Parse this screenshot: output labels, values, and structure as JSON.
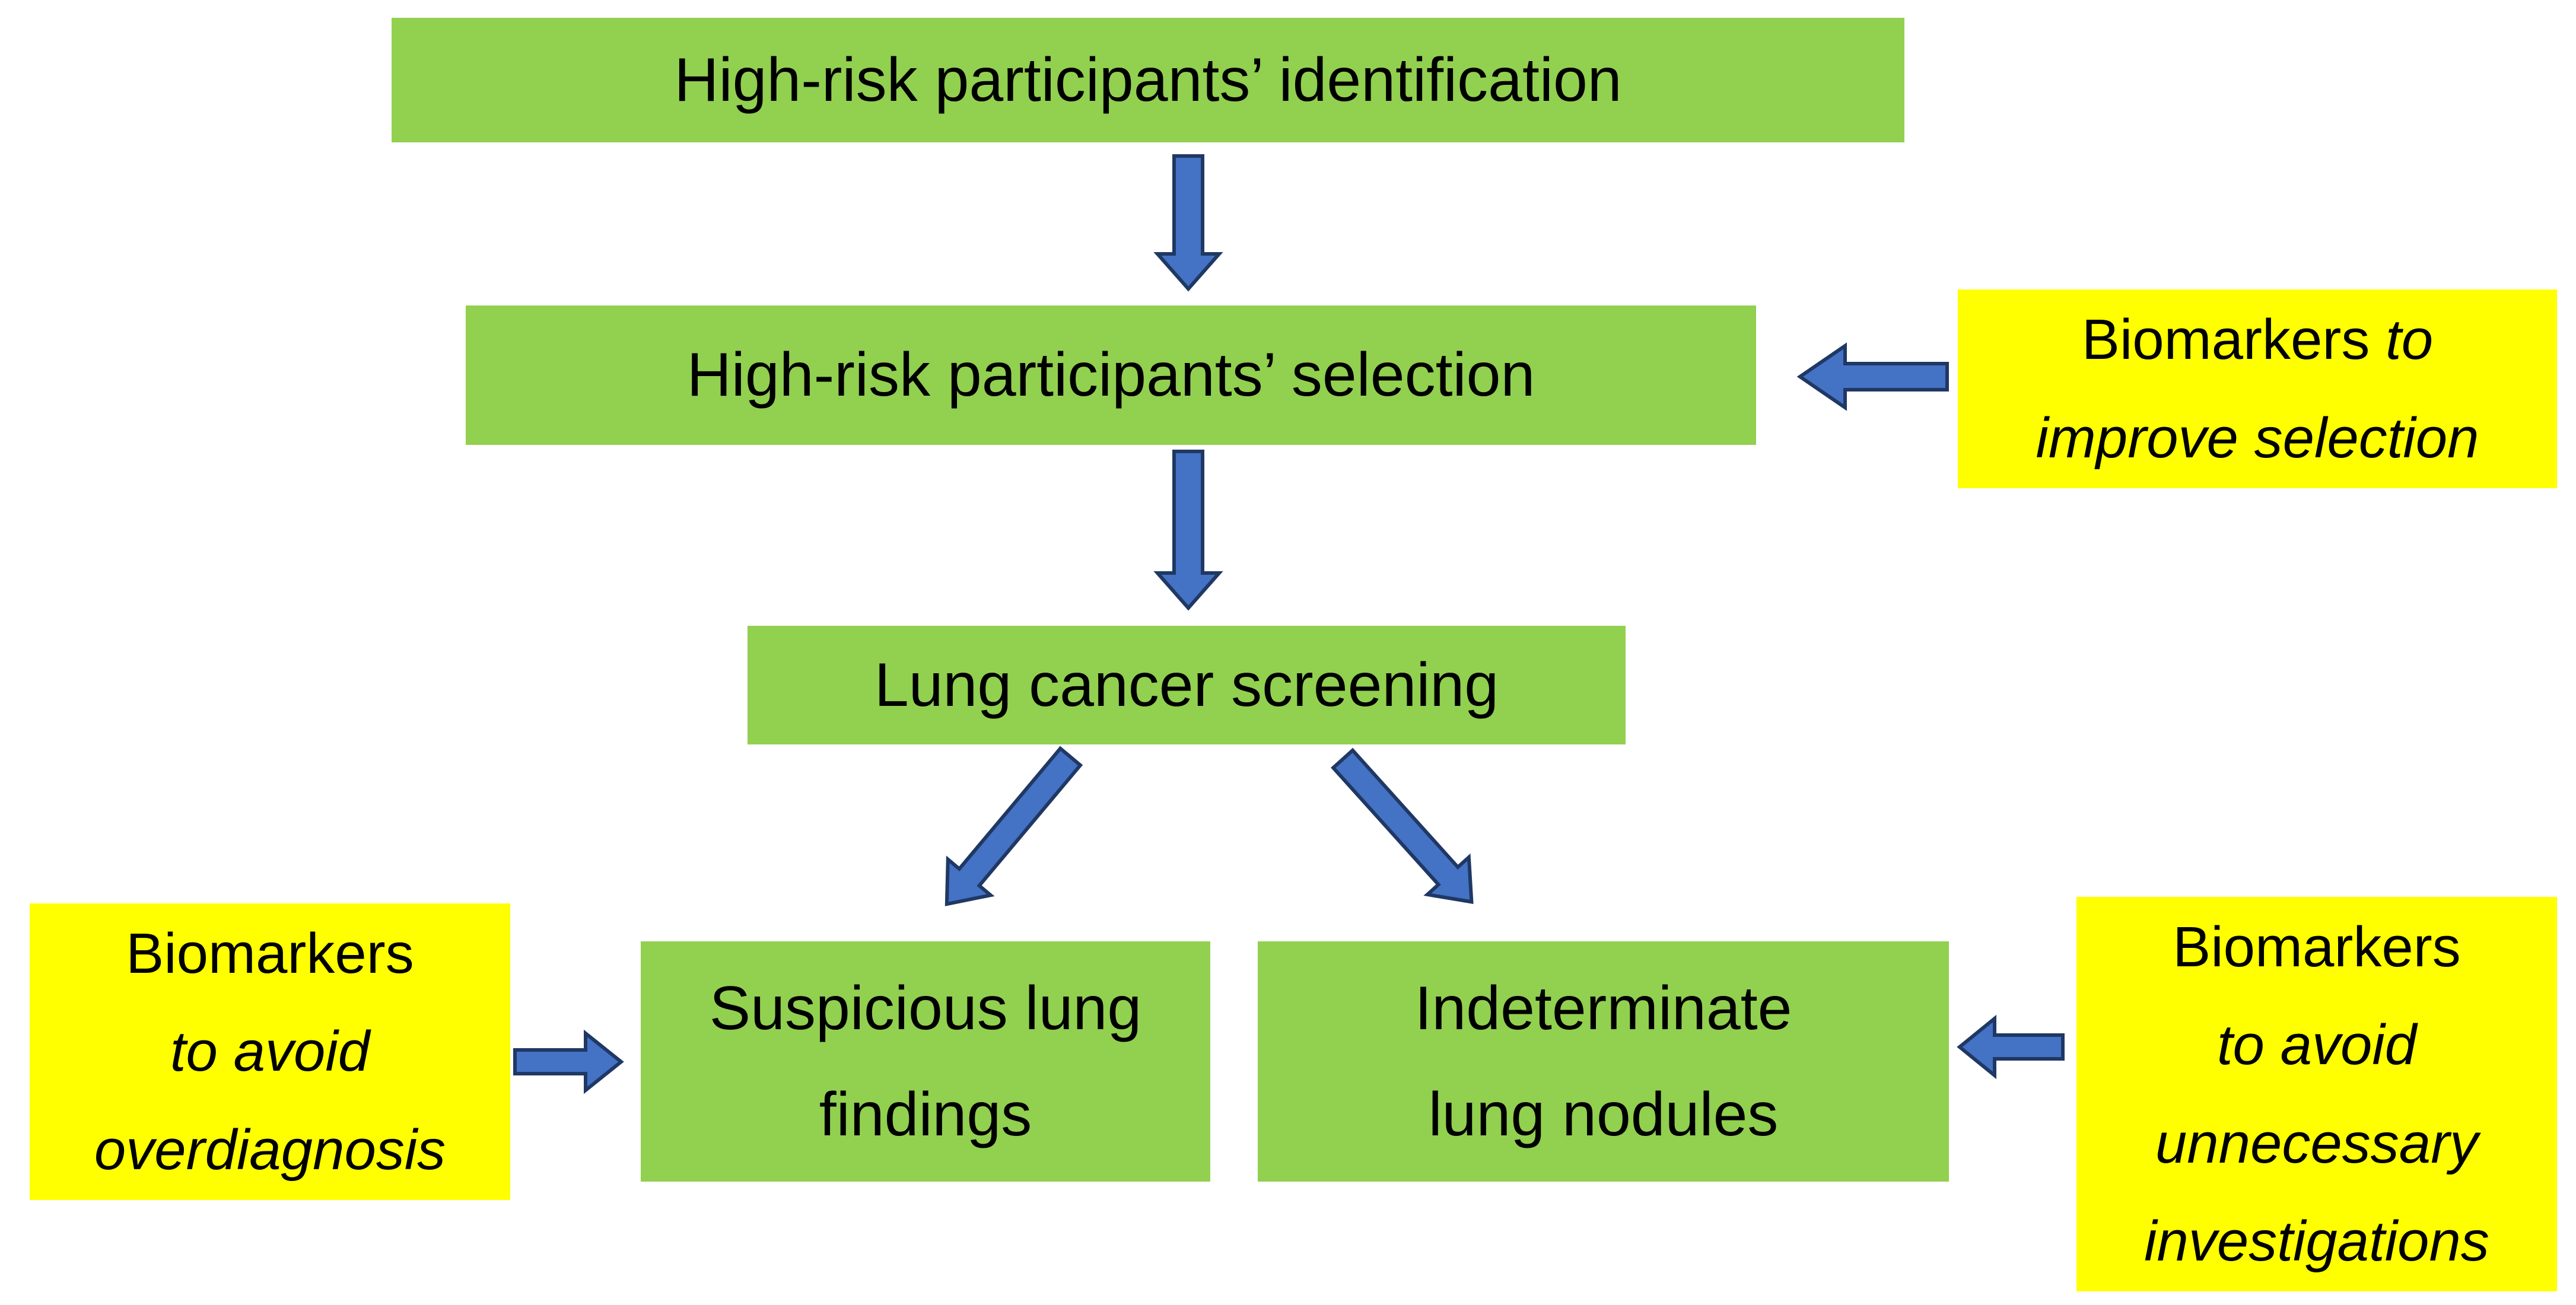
{
  "diagram": {
    "colors": {
      "background": "#ffffff",
      "box_green": "#92d050",
      "box_yellow": "#ffff00",
      "arrow_fill": "#4472c4",
      "arrow_border": "#1f3864",
      "text": "#000000"
    },
    "boxes": {
      "identification": {
        "label": "High-risk participants’ identification"
      },
      "selection": {
        "label": "High-risk participants’ selection"
      },
      "screening": {
        "label": "Lung cancer screening"
      },
      "suspicious": {
        "lines": [
          "Suspicious lung",
          "findings"
        ]
      },
      "indeterminate": {
        "lines": [
          "Indeterminate",
          "lung nodules"
        ]
      },
      "biomarkers_selection": {
        "runs": [
          {
            "text": "Biomarkers ",
            "italic": false
          },
          {
            "text": "to",
            "italic": true
          },
          {
            "text": "improve selection",
            "italic": true
          }
        ]
      },
      "biomarkers_overdiagnosis": {
        "runs": [
          {
            "text": "Biomarkers",
            "italic": false
          },
          {
            "text": "to avoid",
            "italic": true
          },
          {
            "text": "overdiagnosis",
            "italic": true
          }
        ]
      },
      "biomarkers_investigations": {
        "runs": [
          {
            "text": "Biomarkers",
            "italic": false
          },
          {
            "text": "to avoid",
            "italic": true
          },
          {
            "text": "unnecessary",
            "italic": true
          },
          {
            "text": "investigations",
            "italic": true
          }
        ]
      }
    },
    "arrows": [
      {
        "name": "arrow-down-identification-to-selection",
        "direction": "down"
      },
      {
        "name": "arrow-left-biomarkers-to-selection",
        "direction": "left"
      },
      {
        "name": "arrow-down-selection-to-screening",
        "direction": "down"
      },
      {
        "name": "arrow-diagonal-screening-to-suspicious",
        "direction": "down-left"
      },
      {
        "name": "arrow-diagonal-screening-to-indeterminate",
        "direction": "down-right"
      },
      {
        "name": "arrow-right-biomarkers-to-suspicious",
        "direction": "right"
      },
      {
        "name": "arrow-left-biomarkers-to-indeterminate",
        "direction": "left"
      }
    ]
  }
}
